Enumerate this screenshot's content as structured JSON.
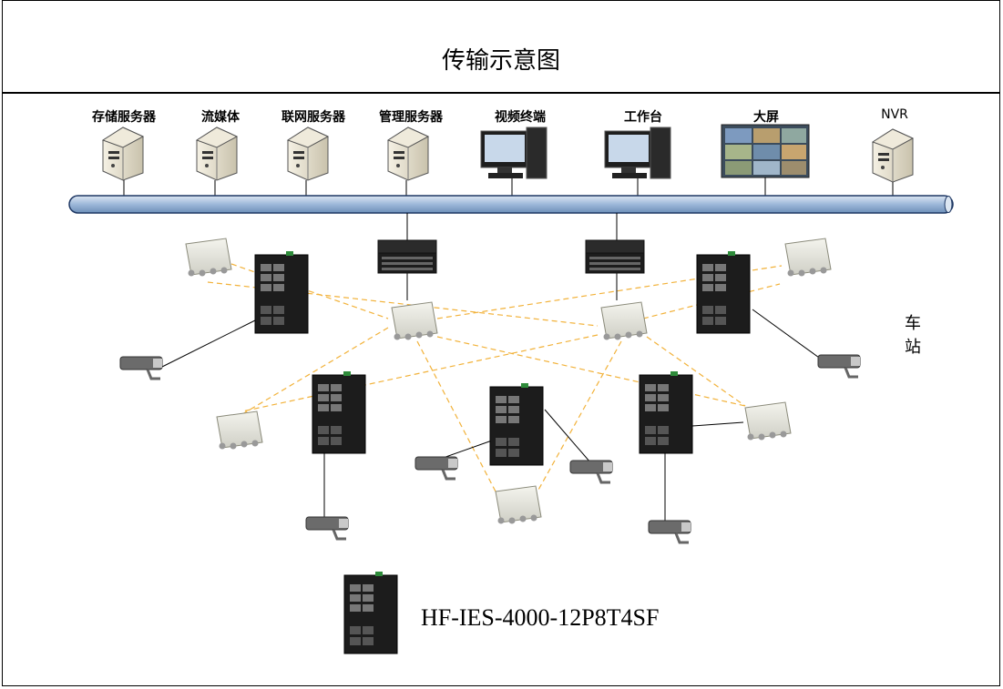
{
  "title": "传输示意图",
  "top_devices": [
    {
      "label": "存储服务器",
      "icon": "server-icon"
    },
    {
      "label": "流媒体",
      "icon": "server-icon"
    },
    {
      "label": "联网服务器",
      "icon": "server-icon"
    },
    {
      "label": "管理服务器",
      "icon": "server-icon"
    },
    {
      "label": "视频终端",
      "icon": "desktop-computer-icon"
    },
    {
      "label": "工作台",
      "icon": "desktop-computer-icon"
    },
    {
      "label": "大屏",
      "icon": "video-wall-icon"
    },
    {
      "label": "NVR",
      "icon": "server-icon"
    }
  ],
  "station_label": "车站",
  "model_label": "HF-IES-4000-12P8T4SF",
  "colors": {
    "bus_fill": "#b8cce4",
    "bus_stroke": "#1f3864",
    "ring_line": "#f2b23a",
    "link_line": "#000000"
  }
}
